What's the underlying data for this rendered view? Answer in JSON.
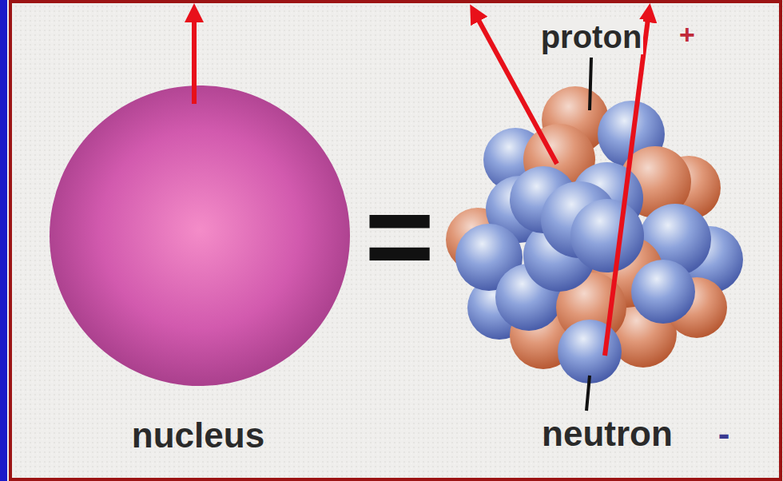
{
  "diagram": {
    "labels": [
      "proton",
      "+",
      "nucleus",
      "=",
      "neutron",
      "-"
    ]
  }
}
